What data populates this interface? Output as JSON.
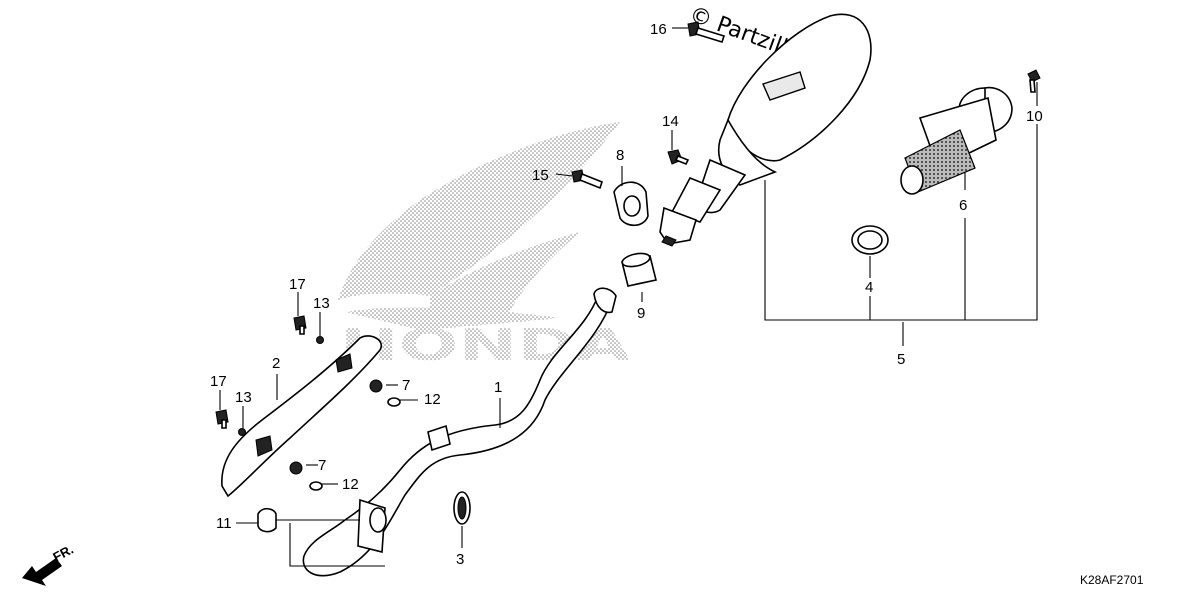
{
  "watermark": {
    "text": "© Partzilla.com"
  },
  "brand_logo": {
    "text": "HONDA"
  },
  "diagram_code": "K28AF2701",
  "direction_label": "FR.",
  "callouts": [
    {
      "id": "c1",
      "label": "1"
    },
    {
      "id": "c2",
      "label": "2"
    },
    {
      "id": "c3",
      "label": "3"
    },
    {
      "id": "c4",
      "label": "4"
    },
    {
      "id": "c5",
      "label": "5"
    },
    {
      "id": "c6",
      "label": "6"
    },
    {
      "id": "c7a",
      "label": "7"
    },
    {
      "id": "c7b",
      "label": "7"
    },
    {
      "id": "c8",
      "label": "8"
    },
    {
      "id": "c9",
      "label": "9"
    },
    {
      "id": "c10",
      "label": "10"
    },
    {
      "id": "c11",
      "label": "11"
    },
    {
      "id": "c12a",
      "label": "12"
    },
    {
      "id": "c12b",
      "label": "12"
    },
    {
      "id": "c13a",
      "label": "13"
    },
    {
      "id": "c13b",
      "label": "13"
    },
    {
      "id": "c14",
      "label": "14"
    },
    {
      "id": "c15",
      "label": "15"
    },
    {
      "id": "c16",
      "label": "16"
    },
    {
      "id": "c17a",
      "label": "17"
    },
    {
      "id": "c17b",
      "label": "17"
    }
  ]
}
